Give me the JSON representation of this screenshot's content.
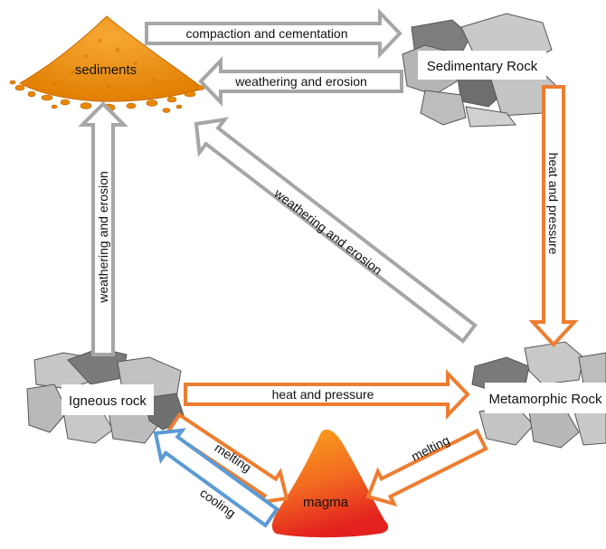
{
  "nodes": {
    "sediments": "sediments",
    "sedimentary": "Sedimentary Rock",
    "igneous": "Igneous rock",
    "metamorphic": "Metamorphic Rock",
    "magma": "magma"
  },
  "arrows": {
    "compaction": "compaction and cementation",
    "weathering_top": "weathering and erosion",
    "weathering_left": "weathering and erosion",
    "weathering_diag": "weathering and erosion",
    "heat_right": "heat and pressure",
    "heat_bottom": "heat and pressure",
    "melting_igneous": "melting",
    "melting_metamorphic": "melting",
    "cooling": "cooling"
  },
  "colors": {
    "gray_arrow": "#a6a6a6",
    "orange_arrow": "#ed7d31",
    "blue_arrow": "#5b9bd5",
    "rock_light": "#c8c8c8",
    "rock_dark": "#7a7a7a",
    "sediment": "#f28c0f",
    "magma_top": "#f7a11a",
    "magma_bottom": "#e8261f"
  }
}
